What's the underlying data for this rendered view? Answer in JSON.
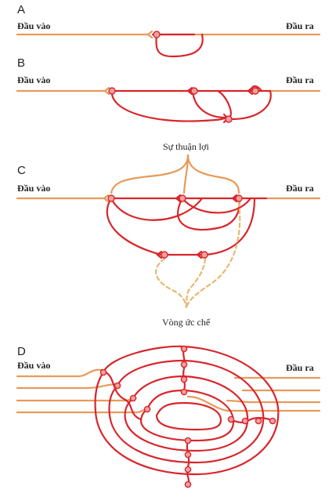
{
  "panels": {
    "A": {
      "letter": "A",
      "input": "Đầu vào",
      "output": "Đầu ra"
    },
    "B": {
      "letter": "B",
      "input": "Đầu vào",
      "output": "Đầu ra"
    },
    "C": {
      "letter": "C",
      "input": "Đầu vào",
      "output": "Đầu ra",
      "top_caption": "Sự thuận lợi",
      "bottom_caption": "Vòng ức chế"
    },
    "D": {
      "letter": "D",
      "input": "Đầu vào",
      "output": "Đầu ra"
    }
  },
  "colors": {
    "excitatory": "#d8262b",
    "input_fiber": "#e89a5a",
    "inhibitory": "#e8b870",
    "synapse_fill": "#f0a0a0"
  }
}
